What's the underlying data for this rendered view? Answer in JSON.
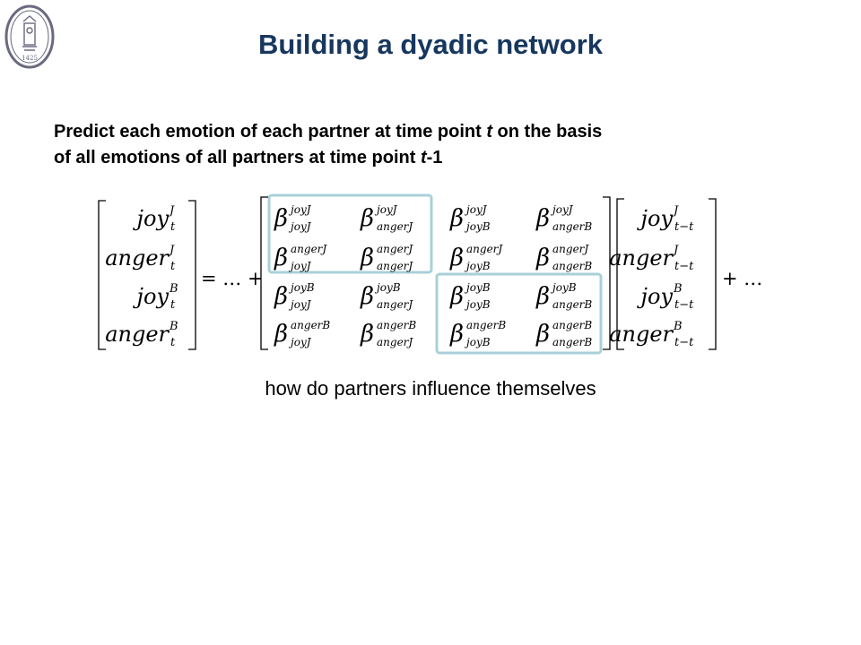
{
  "slide": {
    "title": "Building a dyadic network",
    "intro": {
      "a": "Predict each emotion of each partner at time point ",
      "b": "t",
      "c": " on the basis",
      "d": "of all emotions of all partners at time point ",
      "e": "t",
      "f": "-1"
    },
    "caption": "how do partners influence themselves",
    "seal_text": "1425"
  },
  "equation": {
    "lhs": [
      {
        "base": "joy",
        "sup": "J",
        "sub": "t"
      },
      {
        "base": "anger",
        "sup": "J",
        "sub": "t"
      },
      {
        "base": "joy",
        "sup": "B",
        "sub": "t"
      },
      {
        "base": "anger",
        "sup": "B",
        "sub": "t"
      }
    ],
    "equals": "= … +",
    "beta": "β",
    "coefficients": [
      [
        {
          "sup": "joyJ",
          "sub": "joyJ"
        },
        {
          "sup": "joyJ",
          "sub": "angerJ"
        },
        {
          "sup": "joyJ",
          "sub": "joyB"
        },
        {
          "sup": "joyJ",
          "sub": "angerB"
        }
      ],
      [
        {
          "sup": "angerJ",
          "sub": "joyJ"
        },
        {
          "sup": "angerJ",
          "sub": "angerJ"
        },
        {
          "sup": "angerJ",
          "sub": "joyB"
        },
        {
          "sup": "angerJ",
          "sub": "angerB"
        }
      ],
      [
        {
          "sup": "joyB",
          "sub": "joyJ"
        },
        {
          "sup": "joyB",
          "sub": "angerJ"
        },
        {
          "sup": "joyB",
          "sub": "joyB"
        },
        {
          "sup": "joyB",
          "sub": "angerB"
        }
      ],
      [
        {
          "sup": "angerB",
          "sub": "joyJ"
        },
        {
          "sup": "angerB",
          "sub": "angerJ"
        },
        {
          "sup": "angerB",
          "sub": "joyB"
        },
        {
          "sup": "angerB",
          "sub": "angerB"
        }
      ]
    ],
    "rhs": [
      {
        "base": "joy",
        "sup": "J",
        "sub": "t−t"
      },
      {
        "base": "anger",
        "sup": "J",
        "sub": "t−t"
      },
      {
        "base": "joy",
        "sup": "B",
        "sub": "t−t"
      },
      {
        "base": "anger",
        "sup": "B",
        "sub": "t−t"
      }
    ],
    "tail": "+ …"
  },
  "colors": {
    "title": "#17375e",
    "text": "#000000",
    "highlight": "#a9d0d8",
    "seal": "#6a6a80"
  }
}
